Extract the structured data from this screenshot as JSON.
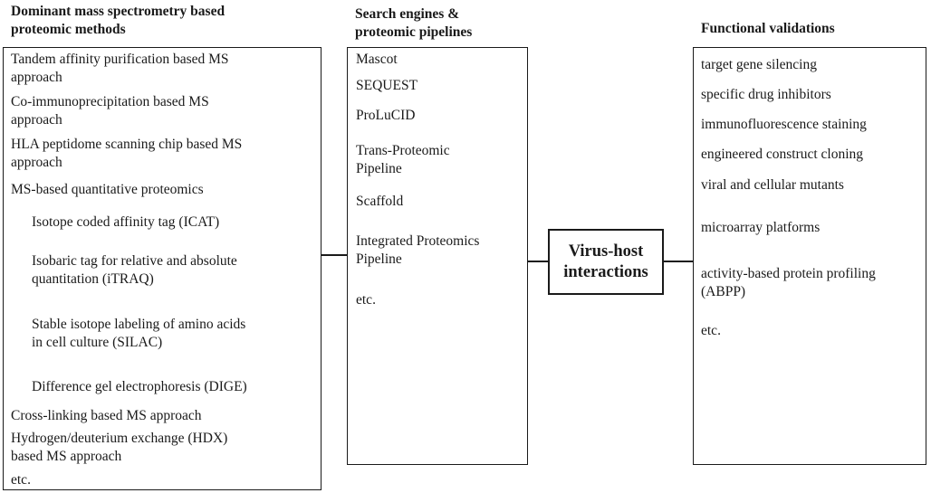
{
  "columns": {
    "methods": {
      "heading": [
        "Dominant mass spectrometry based",
        "proteomic methods"
      ],
      "items": [
        [
          "Tandem affinity purification based MS",
          "approach"
        ],
        [
          "Co-immunoprecipitation based MS",
          "approach"
        ],
        [
          "HLA peptidome scanning chip based MS",
          "approach"
        ],
        [
          "MS-based quantitative proteomics"
        ],
        [
          "Isotope coded affinity tag (ICAT)"
        ],
        [
          "Isobaric tag for relative and absolute",
          "quantitation (iTRAQ)"
        ],
        [
          "Stable isotope labeling of amino acids",
          "in cell culture (SILAC)"
        ],
        [
          "Difference gel electrophoresis (DIGE)"
        ],
        [
          "Cross-linking based MS approach"
        ],
        [
          "Hydrogen/deuterium exchange (HDX)",
          "based MS approach"
        ],
        [
          "etc."
        ]
      ]
    },
    "search": {
      "heading": [
        "Search engines &",
        "proteomic pipelines"
      ],
      "items": [
        [
          "Mascot"
        ],
        [
          "SEQUEST"
        ],
        [
          "ProLuCID"
        ],
        [
          "Trans-Proteomic",
          "Pipeline"
        ],
        [
          "Scaffold"
        ],
        [
          "Integrated Proteomics",
          "Pipeline"
        ],
        [
          "etc."
        ]
      ]
    },
    "validations": {
      "heading": [
        "Functional validations"
      ],
      "items": [
        [
          "target gene silencing"
        ],
        [
          "specific drug inhibitors"
        ],
        [
          "immunofluorescence staining"
        ],
        [
          "engineered construct cloning"
        ],
        [
          "viral and cellular mutants"
        ],
        [
          "microarray platforms"
        ],
        [
          "activity-based protein profiling",
          "(ABPP)"
        ],
        [
          "etc."
        ]
      ]
    }
  },
  "center": {
    "lines": [
      "Virus-host",
      "interactions"
    ]
  }
}
